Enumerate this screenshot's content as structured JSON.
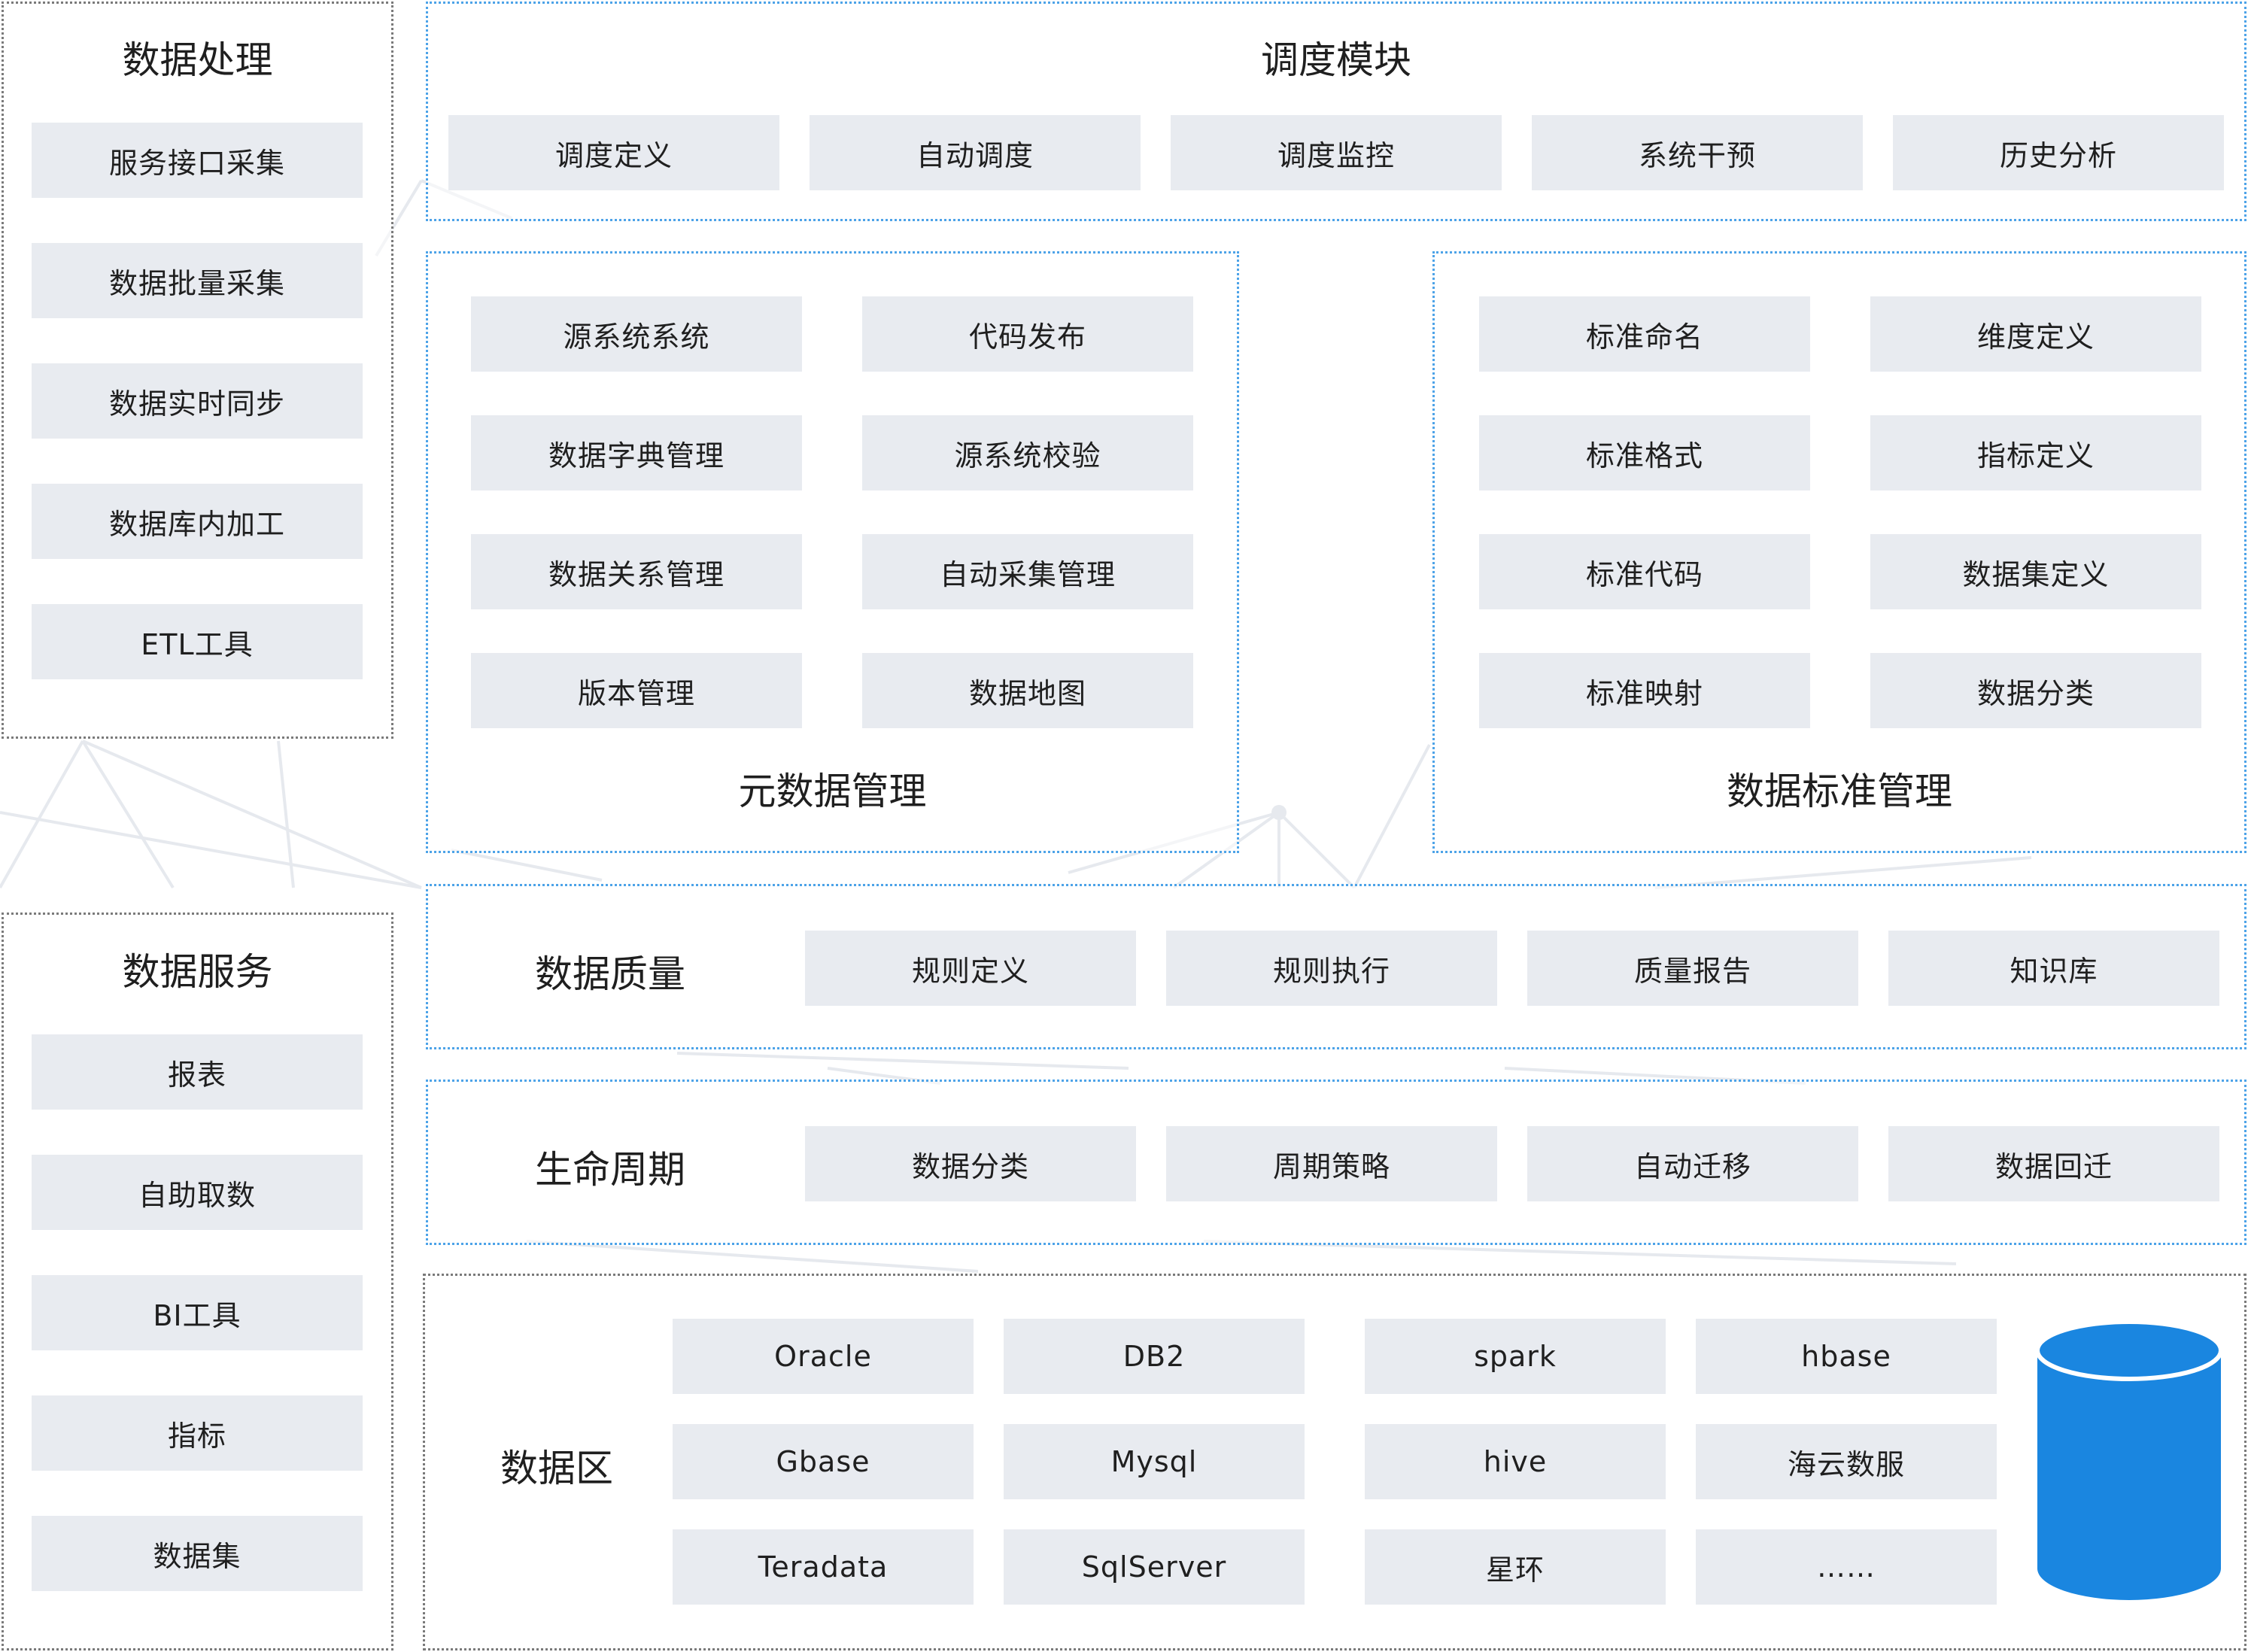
{
  "data_processing": {
    "title": "数据处理",
    "items": [
      "服务接口采集",
      "数据批量采集",
      "数据实时同步",
      "数据库内加工",
      "ETL工具"
    ]
  },
  "data_services": {
    "title": "数据服务",
    "items": [
      "报表",
      "自助取数",
      "BI工具",
      "指标",
      "数据集"
    ]
  },
  "scheduling": {
    "title": "调度模块",
    "items": [
      "调度定义",
      "自动调度",
      "调度监控",
      "系统干预",
      "历史分析"
    ]
  },
  "metadata": {
    "title": "元数据管理",
    "items": [
      "源系统系统",
      "代码发布",
      "数据字典管理",
      "源系统校验",
      "数据关系管理",
      "自动采集管理",
      "版本管理",
      "数据地图"
    ]
  },
  "standards": {
    "title": "数据标准管理",
    "items": [
      "标准命名",
      "维度定义",
      "标准格式",
      "指标定义",
      "标准代码",
      "数据集定义",
      "标准映射",
      "数据分类"
    ]
  },
  "quality": {
    "title": "数据质量",
    "items": [
      "规则定义",
      "规则执行",
      "质量报告",
      "知识库"
    ]
  },
  "lifecycle": {
    "title": "生命周期",
    "items": [
      "数据分类",
      "周期策略",
      "自动迁移",
      "数据回迁"
    ]
  },
  "data_zone": {
    "title": "数据区",
    "items": [
      "Oracle",
      "DB2",
      "spark",
      "hbase",
      "Gbase",
      "Mysql",
      "hive",
      "海云数服",
      "Teradata",
      "SqlServer",
      "星环",
      "……"
    ]
  },
  "colors": {
    "box_fill": "#e8ebf0",
    "blue_border": "#4da3e8",
    "gray_border": "#7a7a7a",
    "database_icon": "#1a86e0"
  },
  "icons": [
    "database-icon"
  ]
}
